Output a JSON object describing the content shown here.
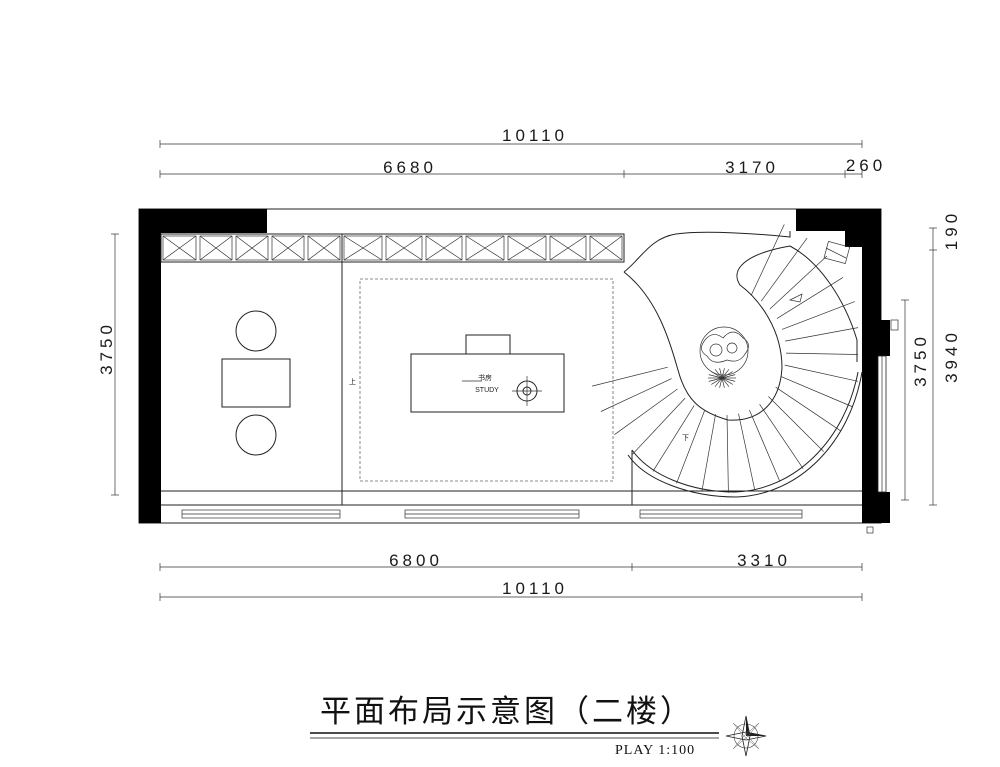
{
  "dimensions": {
    "top_total": "10110",
    "top_seg1": "6680",
    "top_seg2": "3170",
    "top_seg3": "260",
    "bottom_seg1": "6800",
    "bottom_seg2": "3310",
    "bottom_total": "10110",
    "left_height": "3750",
    "right_height_a": "3750",
    "right_total": "3940",
    "right_top": "190"
  },
  "rooms": {
    "study_cn": "书房",
    "study_en": "STUDY",
    "up_mark": "上",
    "down_mark": "下"
  },
  "title": {
    "main": "平面布局示意图（二楼）",
    "scale": "PLAY 1:100"
  },
  "icons": {
    "compass": "north-arrow-compass-icon"
  }
}
